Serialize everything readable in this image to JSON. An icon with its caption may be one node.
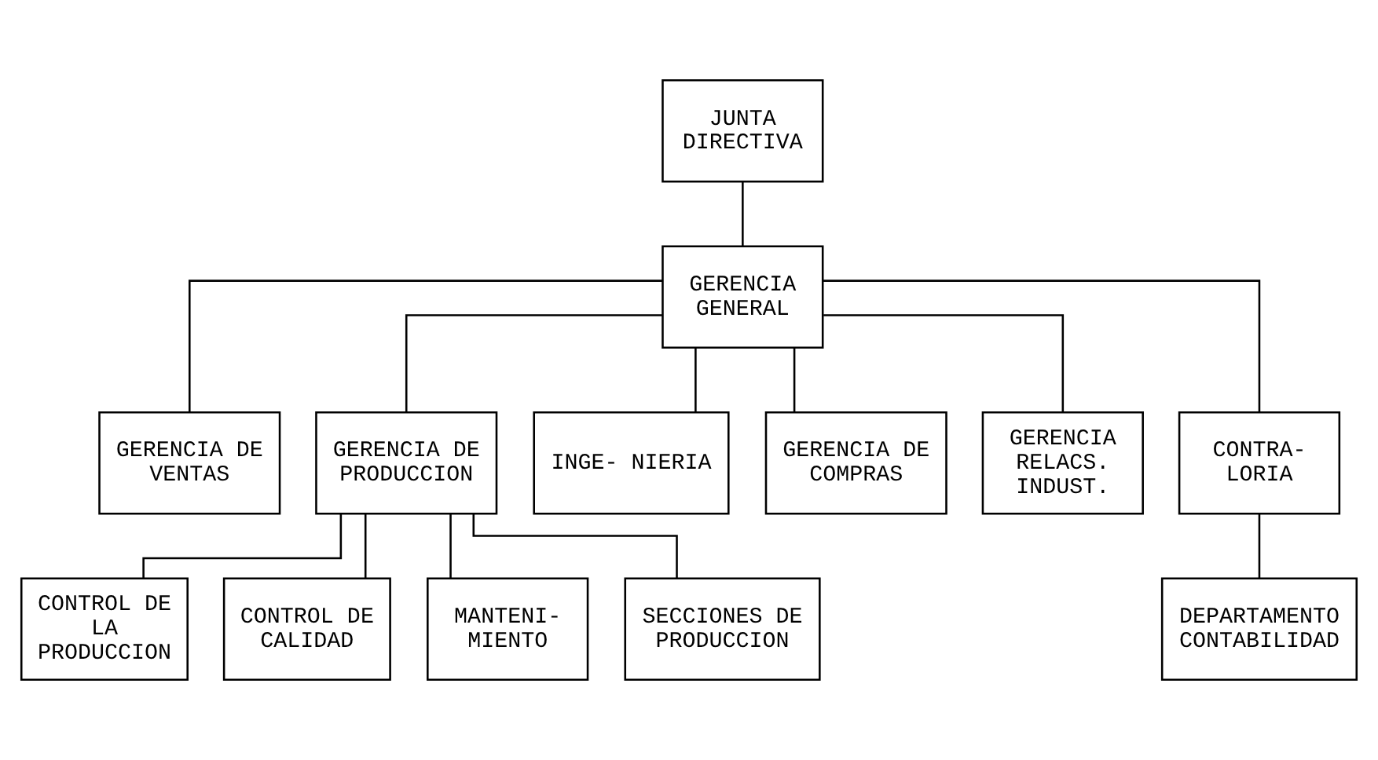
{
  "diagram": {
    "nodes": [
      {
        "text": [
          "JUNTA DIRECTIVA"
        ]
      },
      {
        "text": [
          "GERENCIA GENERAL"
        ]
      },
      {
        "text": [
          "GERENCIA DE VENTAS"
        ]
      },
      {
        "text": [
          "GERENCIA DE PRODUCCION"
        ]
      },
      {
        "text": [
          "INGE- NIERIA"
        ]
      },
      {
        "text": [
          "GERENCIA DE COMPRAS"
        ]
      },
      {
        "text": [
          "GERENCIA RELACS. INDUST."
        ]
      },
      {
        "text": [
          "CONTRA- LORIA"
        ]
      },
      {
        "text": [
          "CONTROL DE LA PRODUCCION"
        ]
      },
      {
        "text": [
          "CONTROL DE CALIDAD"
        ]
      },
      {
        "text": [
          "MANTENI- MIENTO"
        ]
      },
      {
        "text": [
          "SECCIONES DE PRODUCCION"
        ]
      },
      {
        "text": [
          "DEPARTAMENTO CONTABILIDAD"
        ]
      }
    ],
    "edges": [
      {
        "from": 0,
        "to": 1,
        "arrow": "none"
      },
      {
        "from": 1,
        "to": 2,
        "arrow": "none"
      },
      {
        "from": 1,
        "to": 3,
        "arrow": "none"
      },
      {
        "from": 1,
        "to": 4,
        "arrow": "none"
      },
      {
        "from": 1,
        "to": 5,
        "arrow": "none"
      },
      {
        "from": 1,
        "to": 6,
        "arrow": "none"
      },
      {
        "from": 1,
        "to": 7,
        "arrow": "none"
      },
      {
        "from": 3,
        "to": 8,
        "arrow": "none"
      },
      {
        "from": 3,
        "to": 9,
        "arrow": "none"
      },
      {
        "from": 3,
        "to": 10,
        "arrow": "none"
      },
      {
        "from": 3,
        "to": 11,
        "arrow": "none"
      },
      {
        "from": 7,
        "to": 12,
        "arrow": "none"
      }
    ]
  }
}
